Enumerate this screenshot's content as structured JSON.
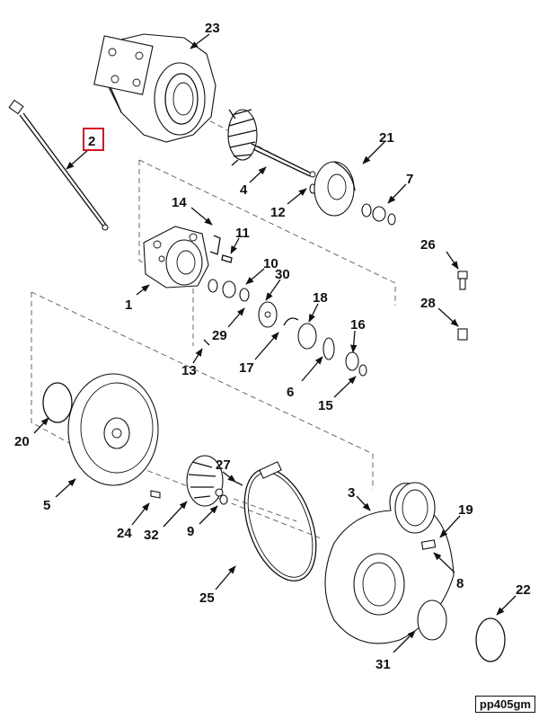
{
  "figure_code": "pp405gm",
  "highlight_color": "#d8141b",
  "highlighted_callout": "2",
  "callouts": {
    "c1": "1",
    "c2": "2",
    "c3": "3",
    "c4": "4",
    "c5": "5",
    "c6": "6",
    "c7": "7",
    "c8": "8",
    "c9": "9",
    "c10": "10",
    "c11": "11",
    "c12": "12",
    "c13": "13",
    "c14": "14",
    "c15": "15",
    "c16": "16",
    "c17": "17",
    "c18": "18",
    "c19": "19",
    "c20": "20",
    "c21": "21",
    "c22": "22",
    "c23": "23",
    "c24": "24",
    "c25": "25",
    "c26": "26",
    "c27": "27",
    "c28": "28",
    "c29": "29",
    "c30": "30",
    "c31": "31",
    "c32": "32"
  }
}
